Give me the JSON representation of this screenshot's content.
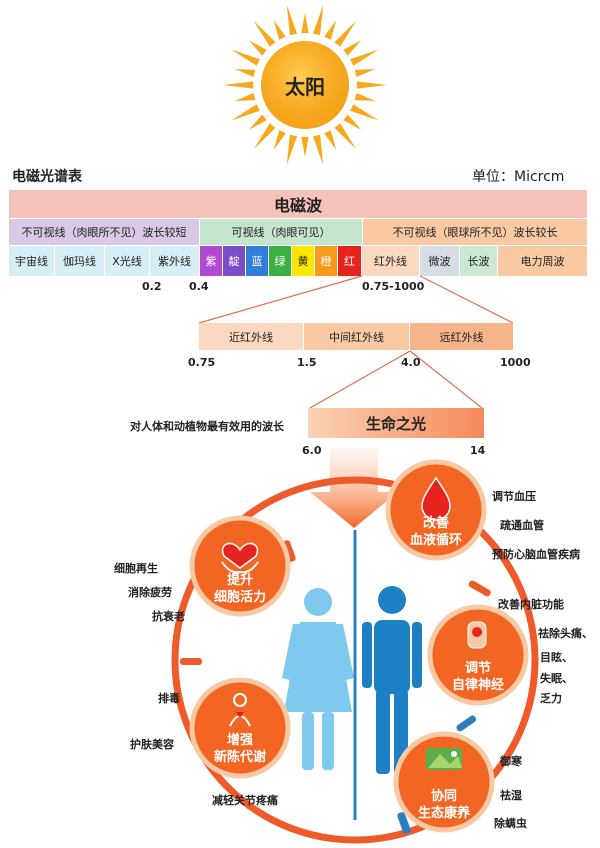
{
  "sun": {
    "label": "太阳"
  },
  "header": {
    "title": "电磁光谱表",
    "unit": "单位：Micrcm"
  },
  "spectrum": {
    "title": "电磁波",
    "groups": [
      {
        "label": "不可视线（肉眼所不见）波长较短"
      },
      {
        "label": "可视线（肉眼可见）"
      },
      {
        "label": "不可视线（眼球所不见）波长较长"
      }
    ],
    "short_items": [
      "宇宙线",
      "伽玛线",
      "X光线",
      "紫外线"
    ],
    "visible_items": [
      "紫",
      "靛",
      "蓝",
      "绿",
      "黄",
      "橙",
      "红"
    ],
    "long_items": [
      "红外线",
      "微波",
      "长波",
      "电力周波"
    ],
    "ticks": [
      "0.2",
      "0.4",
      "0.75-1000"
    ]
  },
  "infrared": {
    "items": [
      "近红外线",
      "中间红外线",
      "远红外线"
    ],
    "ticks": [
      "0.75",
      "1.5",
      "4.0",
      "1000"
    ]
  },
  "life_light": {
    "label": "生命之光",
    "caption": "对人体和动植物最有效用的波长",
    "ticks": [
      "6.0",
      "14"
    ]
  },
  "benefits": {
    "circulation": {
      "title1": "改善",
      "title2": "血液循环",
      "items": [
        "调节血压",
        "疏通血管",
        "预防心脑血管疾病"
      ]
    },
    "cell": {
      "title1": "提升",
      "title2": "细胞活力",
      "items": [
        "细胞再生",
        "消除疲劳",
        "抗衰老"
      ]
    },
    "nerve": {
      "title1": "调节",
      "title2": "自律神经",
      "items": [
        "改善内脏功能",
        "祛除头痛、",
        "目眩、",
        "失眠、",
        "乏力"
      ]
    },
    "metabolism": {
      "title1": "增强",
      "title2": "新陈代谢",
      "items": [
        "排毒",
        "护肤美容",
        "减轻关节疼痛"
      ]
    },
    "ecology": {
      "title1": "协同",
      "title2": "生态康养",
      "items": [
        "御寒",
        "祛湿",
        "除螨虫"
      ]
    }
  },
  "colors": {
    "accent_orange": "#f26522",
    "sun": "#f7a81b",
    "pink": "#f4c7bf",
    "lavender": "#d9c8e6",
    "mint": "#cbe8d3",
    "peach": "#fbd2b5",
    "female": "#7fc8ee",
    "male": "#1d7fc4"
  }
}
